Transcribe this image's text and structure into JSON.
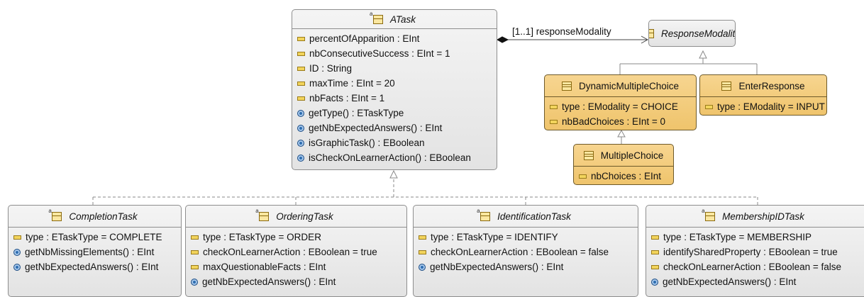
{
  "classes": {
    "atask": {
      "name": "ATask",
      "attributes": [
        "percentOfApparition : EInt",
        "nbConsecutiveSuccess : EInt = 1",
        "ID : String",
        "maxTime : EInt = 20",
        "nbFacts : EInt = 1"
      ],
      "operations": [
        "getType() : ETaskType",
        "getNbExpectedAnswers() : EInt",
        "isGraphicTask() : EBoolean",
        "isCheckOnLearnerAction() : EBoolean"
      ]
    },
    "response_modality": {
      "name": "ResponseModality"
    },
    "dynamic_multiple_choice": {
      "name": "DynamicMultipleChoice",
      "attributes": [
        "type : EModality = CHOICE",
        "nbBadChoices : EInt = 0"
      ]
    },
    "enter_response": {
      "name": "EnterResponse",
      "attributes": [
        "type : EModality = INPUT"
      ]
    },
    "multiple_choice": {
      "name": "MultipleChoice",
      "attributes": [
        "nbChoices : EInt"
      ]
    },
    "completion_task": {
      "name": "CompletionTask",
      "attributes": [
        "type : ETaskType = COMPLETE"
      ],
      "operations": [
        "getNbMissingElements() : EInt",
        "getNbExpectedAnswers() : EInt"
      ]
    },
    "ordering_task": {
      "name": "OrderingTask",
      "attributes": [
        "type : ETaskType = ORDER",
        "checkOnLearnerAction : EBoolean = true",
        "maxQuestionableFacts : EInt"
      ],
      "operations": [
        "getNbExpectedAnswers() : EInt"
      ]
    },
    "identification_task": {
      "name": "IdentificationTask",
      "attributes": [
        "type : ETaskType = IDENTIFY",
        "checkOnLearnerAction : EBoolean = false"
      ],
      "operations": [
        "getNbExpectedAnswers() : EInt"
      ]
    },
    "membership_id_task": {
      "name": "MembershipIDTask",
      "attributes": [
        "type : ETaskType = MEMBERSHIP",
        "identifySharedProperty : EBoolean = true",
        "checkOnLearnerAction : EBoolean = false"
      ],
      "operations": [
        "getNbExpectedAnswers() : EInt"
      ]
    }
  },
  "associations": {
    "response_modality": {
      "label": "[1..1] responseModality"
    }
  }
}
